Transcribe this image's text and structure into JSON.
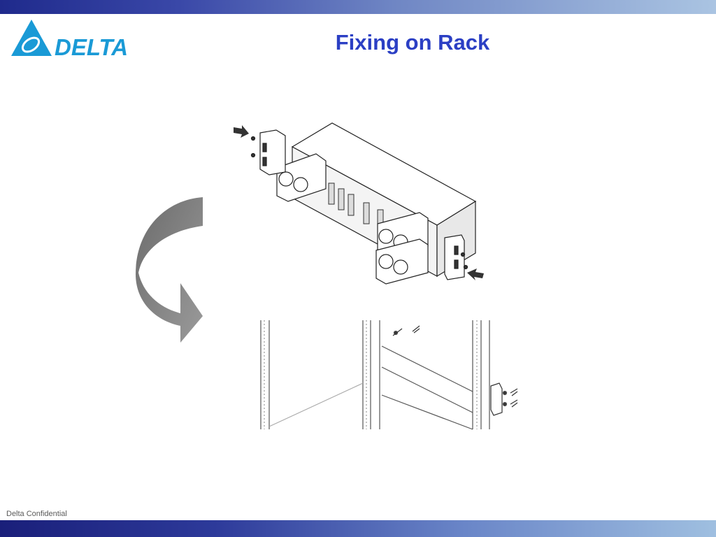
{
  "slide": {
    "title": "Fixing on Rack",
    "footer": "Delta Confidential"
  },
  "logo": {
    "brand": "DELTA",
    "icon": "delta-triangle-logo"
  },
  "colors": {
    "title": "#2b3fc4",
    "brand": "#1a9ad6",
    "band_dark": "#1f2a8c",
    "band_light": "#aac4e2",
    "arrow": "#7a7a7a"
  }
}
